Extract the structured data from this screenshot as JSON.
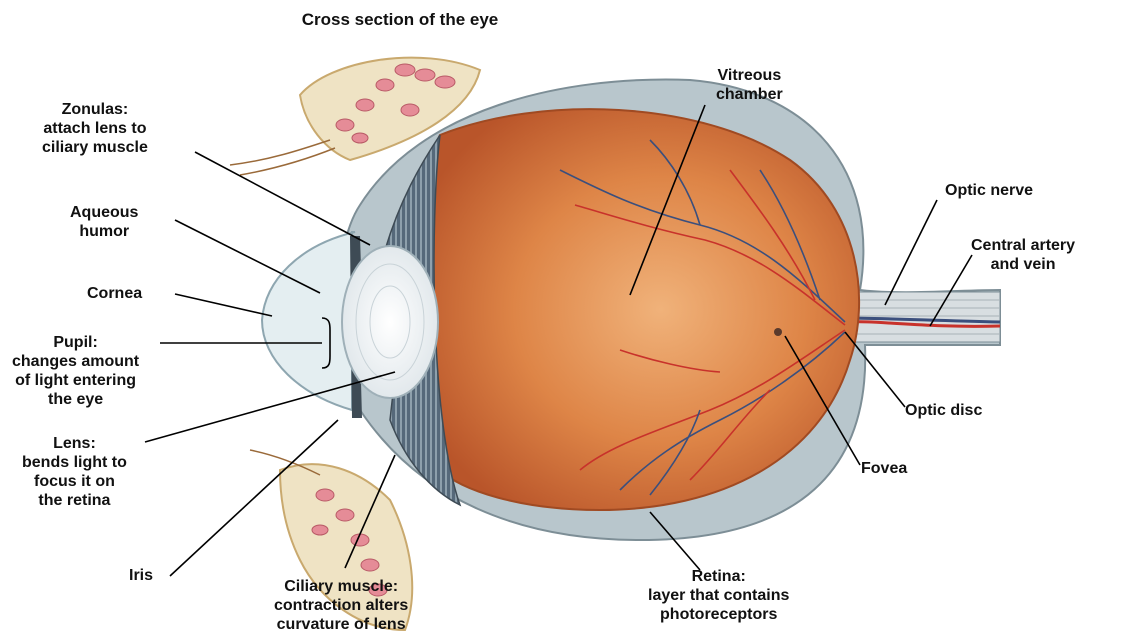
{
  "title": "Cross section of the eye",
  "labels": {
    "zonulas": [
      "Zonulas:",
      "attach lens to",
      "ciliary muscle"
    ],
    "aqueous_humor": [
      "Aqueous",
      "humor"
    ],
    "cornea": [
      "Cornea"
    ],
    "pupil": [
      "Pupil:",
      "changes amount",
      "of light entering",
      "the eye"
    ],
    "lens": [
      "Lens:",
      "bends light to",
      "focus it on",
      "the retina"
    ],
    "iris": [
      "Iris"
    ],
    "ciliary_muscle": [
      "Ciliary muscle:",
      "contraction alters",
      "curvature of lens"
    ],
    "vitreous_chamber": [
      "Vitreous",
      "chamber"
    ],
    "optic_nerve": [
      "Optic nerve"
    ],
    "central_artery": [
      "Central artery",
      "and vein"
    ],
    "optic_disc": [
      "Optic disc"
    ],
    "fovea": [
      "Fovea"
    ],
    "retina": [
      "Retina:",
      "layer that contains",
      "photoreceptors"
    ]
  },
  "colors": {
    "vitreous": "#d9743c",
    "vitreous_light": "#f0b27a",
    "sclera": "#b8c6cc",
    "muscle": "#efe3c4",
    "muscle_stripe": "#e58c97",
    "cornea": "#e4eef1",
    "lens": "#f4f7f8",
    "ciliary": "#5a6d7a",
    "artery": "#c8322b",
    "vein": "#3b4f7d",
    "leader": "#000000"
  }
}
